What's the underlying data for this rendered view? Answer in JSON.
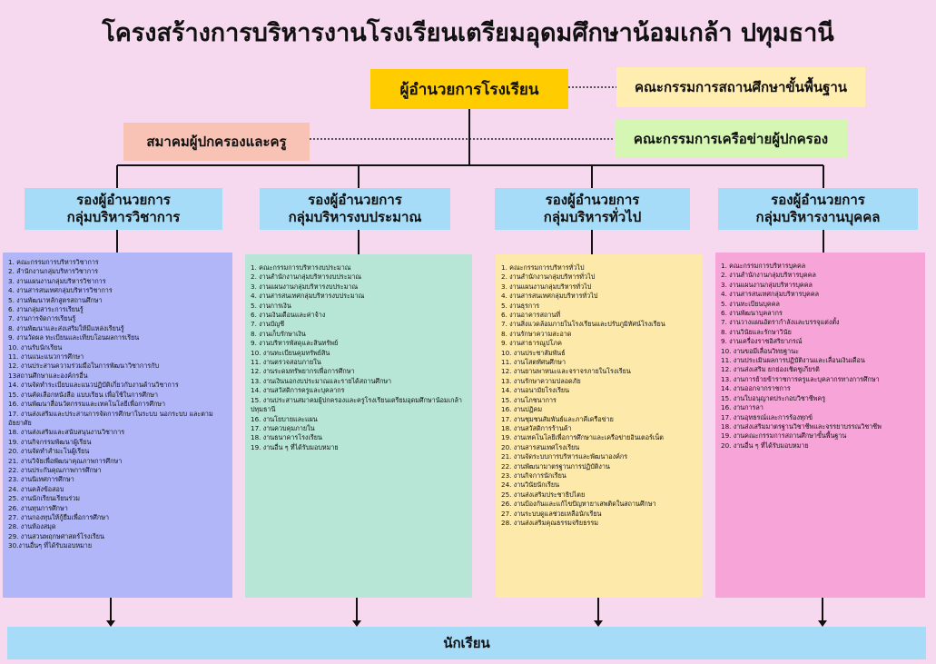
{
  "title": "โครงสร้างการบริหารงานโรงเรียนเตรียมอุดมศึกษาน้อมเกล้า ปทุมธานี",
  "director": "ผู้อำนวยการโรงเรียน",
  "board_basic_education": "คณะกรรมการสถานศึกษาขั้นพื้นฐาน",
  "parent_teacher_association": "สมาคมผู้ปกครองและครู",
  "parent_network_committee": "คณะกรรมการเครือข่ายผู้ปกครอง",
  "departments": [
    {
      "line1": "รองผู้อำนวยการ",
      "line2": "กลุ่มบริหารวิชาการ",
      "items": [
        "1. คณะกรรมการบริหารวิชาการ",
        "2. สำนักงานกลุ่มบริหารวิชาการ",
        "3. งานแผนงานกลุ่มบริหารวิชาการ",
        "4. งานสารสนเทศกลุ่มบริหารวิชาการ",
        "5. งานพัฒนาหลักสูตรสถานศึกษา",
        "6. งานกลุ่มสาระการเรียนรู้",
        "7. งานการจัดการเรียนรู้",
        "8. งานพัฒนาและส่งเสริมให้มีแหล่งเรียนรู้",
        "9. งานวัดผล ทะเบียนและเทียบโอนผลการเรียน",
        "10. งานรับนักเรียน",
        "11. งานแนะแนวการศึกษา",
        "12. งานประสานความร่วมมือในการพัฒนาวิชาการกับ",
        "13สถานศึกษาและองค์กรอื่น",
        "14. งานจัดทำระเบียบและแนวปฏิบัติเกี่ยวกับงานด้านวิชาการ",
        "15. งานคัดเลือกหนังสือ แบบเรียน เพื่อใช้ในการศึกษา",
        "16. งานพัฒนาสื่อนวัตกรรมและเทคโนโลยีเพื่อการศึกษา",
        "17. งานส่งเสริมและประสานการจัดการศึกษาในระบบ นอกระบบ และตามอัธยาศัย",
        "18. งานส่งเสริมและสนับสนุนงานวิชาการ",
        "19. งานกิจกรรมพัฒนาผู้เรียน",
        "20. งานจัดทำสำมะโนผู้เรียน",
        "21. งานวิจัยเพื่อพัฒนาคุณภาพการศึกษา",
        "22. งานประกันคุณภาพการศึกษา",
        "23. งานนิเทศการศึกษา",
        "24. งานคลังข้อสอบ",
        "25. งานนักเรียนเรียนร่วม",
        "26. งานทุนการศึกษา",
        "27. งานกองทุนให้กู้ยืมเพื่อการศึกษา",
        "28. งานห้องสมุด",
        "29. งานสวนพฤกษศาสตร์โรงเรียน",
        "30.งานอื่นๆ ที่ได้รับมอบหมาย"
      ]
    },
    {
      "line1": "รองผู้อำนวยการ",
      "line2": "กลุ่มบริหารงบประมาณ",
      "items": [
        "1. คณะกรรมการบริหารงบประมาณ",
        "2. งานสำนักงานกลุ่มบริหารงบประมาณ",
        "3. งานแผนงานกลุ่มบริหารงบประมาณ",
        "4. งานสารสนเทศกลุ่มบริหารงบประมาณ",
        "5. งานการเงิน",
        "6. งานเงินเดือนและค่าจ้าง",
        "7. งานบัญชี",
        "8. งานเก็บรักษาเงิน",
        "9. งานบริหารพัสดุและสินทรัพย์",
        "10. งานทะเบียนคุมทรัพย์สิน",
        "11. งานตรวจสอบภายใน",
        "12. งานระดมทรัพยากรเพื่อการศึกษา",
        "13. งานเงินนอกงบประมาณและรายได้สถานศึกษา",
        "14. งานสวัสดิการครูและบุคลากร",
        "15. งานประสานสมาคมผู้ปกครองและครูโรงเรียนเตรียมอุดมศึกษาน้อมเกล้า ปทุมธานี",
        "16. งานโยบายและแผน",
        "17. งานควบคุมภายใน",
        "18. งานธนาคารโรงเรียน",
        "19. งานอื่น ๆ ที่ได้รับมอบหมาย"
      ]
    },
    {
      "line1": "รองผู้อำนวยการ",
      "line2": "กลุ่มบริหารทั่วไป",
      "items": [
        "1. คณะกรรมการบริหารทั่วไป",
        "2. งานสำนักงานกลุ่มบริหารทั่วไป",
        "3. งานแผนงานกลุ่มบริหารทั่วไป",
        "4. งานสารสนเทศกลุ่มบริหารทั่วไป",
        "5. งานธุรการ",
        "6. งานอาคารสถานที่",
        "7. งานสิ่งแวดล้อมภายในโรงเรียนและปรับภูมิทัศน์โรงเรียน",
        "8. งานรักษาความสะอาด",
        "9. งานสาธารณูปโภค",
        "10. งานประชาสัมพันธ์",
        "11. งานโสตทัศนศึกษา",
        "12. งานยานพาหนะและจราจรภายในโรงเรียน",
        "13. งานรักษาความปลอดภัย",
        "14. งานอนามัยโรงเรียน",
        "15. งานโภชนาการ",
        "16. งานปฏิคม",
        "17. งานชุมชนสัมพันธ์และภาคีเครือข่าย",
        "18. งานสวัสดิการร้านค้า",
        "19. งานเทคโนโลยีเพื่อการศึกษาและเครือข่ายอินเตอร์เน็ต",
        "20. งานสารสนเทศโรงเรียน",
        "21. งานจัดระบบการบริหารและพัฒนาองค์กร",
        "22. งานพัฒนามาตรฐานการปฏิบัติงาน",
        "23. งานกิจการนักเรียน",
        "24. งานวินัยนักเรียน",
        "25. งานส่งเสริมประชาธิปไตย",
        "26. งานป้องกันและแก้ไขปัญหายาเสพติดในสถานศึกษา",
        "27. งานระบบดูแลช่วยเหลือนักเรียน",
        "28. งานส่งเสริมคุณธรรมจริยธรรม"
      ]
    },
    {
      "line1": "รองผู้อำนวยการ",
      "line2": "กลุ่มบริหารงานบุคคล",
      "items": [
        "1. คณะกรรมการบริหารบุคคล",
        "2. งานสำนักงานกลุ่มบริหารบุคคล",
        "3. งานแผนงานกลุ่มบริหารบุคคล",
        "4. งานสารสนเทศกลุ่มบริหารบุคคล",
        "5. งานทะเบียนบุคคล",
        "6. งานพัฒนาบุคลากร",
        "7. งานวางแผนอัตรากำลังและบรรจุแต่งตั้ง",
        "8. งานวินัยและรักษาวินัย",
        "9. งานเครื่องราชอิสริยาภรณ์",
        "10. งานขอมีเลื่อนวิทยฐานะ",
        "11. งานประเมินผลการปฏิบัติงานและเลื่อนเงินเดือน",
        "12. งานส่งเสริม ยกย่องเชิดชูเกียรติ",
        "13. งานการย้ายข้าราชการครูและบุคลากรทางการศึกษา",
        "14. งานออกจากราชการ",
        "15. งานใบอนุญาตประกอบวิชาชีพครู",
        "16. งานการลา",
        "17. งานอุทธรณ์และการร้องทุกข์",
        "18. งานส่งเสริมมาตรฐานวิชาชีพและจรรยาบรรณวิชาชีพ",
        "19. งานคณะกรรมการสถานศึกษาขั้นพื้นฐาน",
        "20. งานอื่น ๆ ที่ได้รับมอบหมาย"
      ]
    }
  ],
  "students": "นักเรียน"
}
